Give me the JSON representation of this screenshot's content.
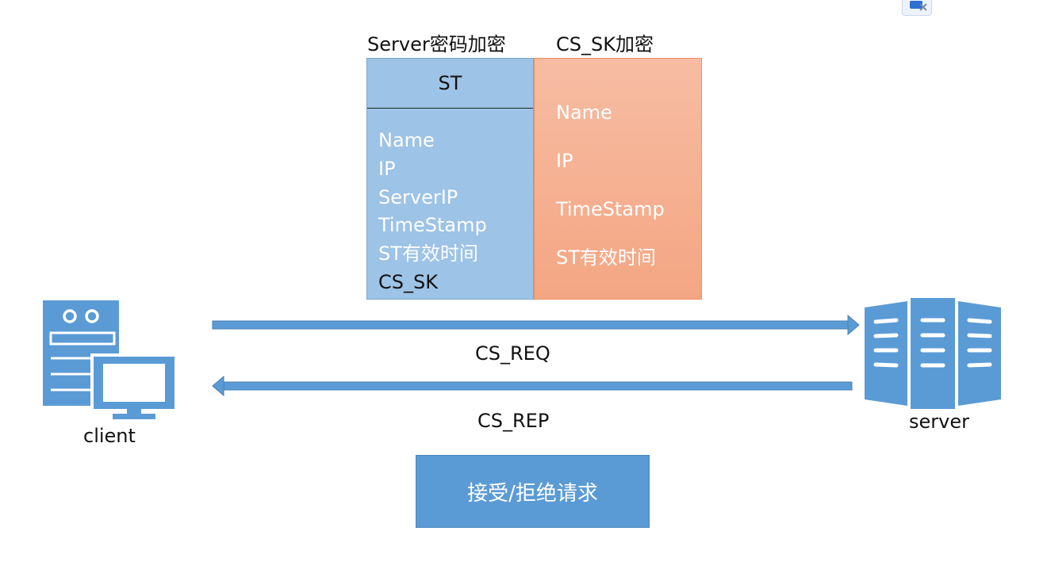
{
  "headings": {
    "server_encrypt": "Server密码加密",
    "cs_sk_encrypt": "CS_SK加密"
  },
  "st_box": {
    "title": "ST",
    "fields": [
      "Name",
      "IP",
      "ServerIP",
      "TimeStamp",
      "ST有效时间",
      "CS_SK"
    ]
  },
  "sk_box": {
    "fields": [
      "Name",
      "IP",
      "TimeStamp",
      "ST有效时间"
    ]
  },
  "arrows": {
    "request": "CS_REQ",
    "reply": "CS_REP"
  },
  "nodes": {
    "client": "client",
    "server": "server"
  },
  "action": "接受/拒绝请求",
  "colors": {
    "st_box": "#9dc3e6",
    "sk_box": "#f4a683",
    "arrow": "#5b9bd5",
    "icon": "#5b9bd5",
    "action_box": "#5b9bd5"
  }
}
